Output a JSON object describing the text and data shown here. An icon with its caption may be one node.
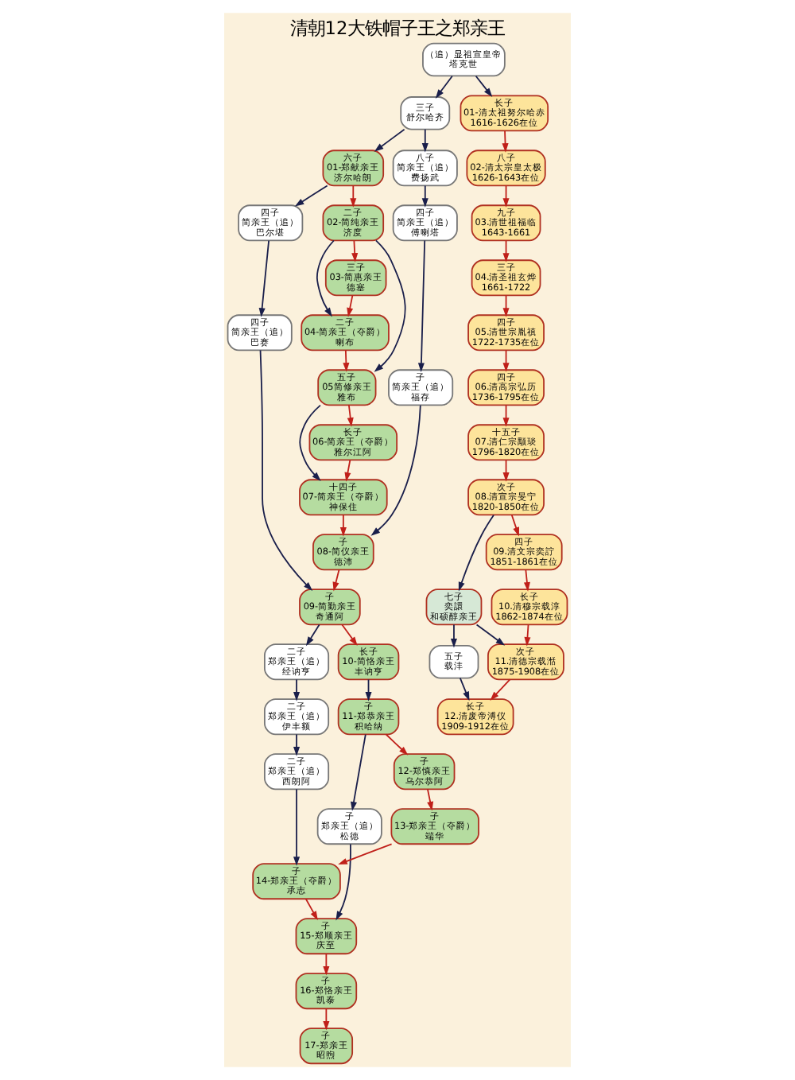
{
  "diagram": {
    "title": "清朝12大铁帽子王之郑亲王",
    "nodes": [
      {
        "text": [
          "（追）显祖宣皇帝",
          "塔克世"
        ]
      },
      {
        "text": [
          "三子",
          "舒尔哈齐"
        ]
      },
      {
        "text": [
          "长子",
          "01-清太祖努尔哈赤",
          "1616-1626在位"
        ]
      },
      {
        "text": [
          "六子",
          "01-郑献亲王",
          "济尔哈朗"
        ]
      },
      {
        "text": [
          "八子",
          "简亲王（追）",
          "费扬武"
        ]
      },
      {
        "text": [
          "八子",
          "02-清太宗皇太极",
          "1626-1643在位"
        ]
      },
      {
        "text": [
          "二子",
          "02-简纯亲王",
          "济度"
        ]
      },
      {
        "text": [
          "四子",
          "简亲王（追）",
          "巴尔堪"
        ]
      },
      {
        "text": [
          "四子",
          "简亲王（追）",
          "傅喇塔"
        ]
      },
      {
        "text": [
          "九子",
          "03.清世祖福临",
          "1643-1661"
        ]
      },
      {
        "text": [
          "三子",
          "03-简惠亲王",
          "德塞"
        ]
      },
      {
        "text": [
          "二子",
          "04-简亲王（夺爵）",
          "喇布"
        ]
      },
      {
        "text": [
          "五子",
          "05简修亲王",
          "雅布"
        ]
      },
      {
        "text": [
          "四子",
          "简亲王（追）",
          "巴赛"
        ]
      },
      {
        "text": [
          "子",
          "简亲王（追）",
          "福存"
        ]
      },
      {
        "text": [
          "三子",
          "04.清圣祖玄烨",
          "1661-1722"
        ]
      },
      {
        "text": [
          "长子",
          "06-简亲王（夺爵）",
          "雅尔江阿"
        ]
      },
      {
        "text": [
          "十四子",
          "07-简亲王（夺爵）",
          "神保住"
        ]
      },
      {
        "text": [
          "子",
          "09-简勤亲王",
          "奇通阿"
        ]
      },
      {
        "text": [
          "子",
          "08-简仪亲王",
          "德沛"
        ]
      },
      {
        "text": [
          "四子",
          "05.清世宗胤禛",
          "1722-1735在位"
        ]
      },
      {
        "text": [
          "长子",
          "10-简恪亲王",
          "丰讷亨"
        ]
      },
      {
        "text": [
          "二子",
          "郑亲王（追）",
          "经讷亨"
        ]
      },
      {
        "text": [
          "四子",
          "06.清高宗弘历",
          "1736-1795在位"
        ]
      },
      {
        "text": [
          "子",
          "11-郑恭亲王",
          "积哈纳"
        ]
      },
      {
        "text": [
          "二子",
          "郑亲王（追）",
          "伊丰额"
        ]
      },
      {
        "text": [
          "十五子",
          "07.清仁宗颙琰",
          "1796-1820在位"
        ]
      },
      {
        "text": [
          "子",
          "郑亲王（追）",
          "松德"
        ]
      },
      {
        "text": [
          "子",
          "12-郑慎亲王",
          "乌尔恭阿"
        ]
      },
      {
        "text": [
          "二子",
          "郑亲王（追）",
          "西朗阿"
        ]
      },
      {
        "text": [
          "次子",
          "08.清宣宗旻宁",
          "1820-1850在位"
        ]
      },
      {
        "text": [
          "子",
          "15-郑顺亲王",
          "庆至"
        ]
      },
      {
        "text": [
          "子",
          "13-郑亲王（夺爵）",
          "端华"
        ]
      },
      {
        "text": [
          "子",
          "14-郑亲王（夺爵）",
          "承志"
        ]
      },
      {
        "text": [
          "四子",
          "09.清文宗奕詝",
          "1851-1861在位"
        ]
      },
      {
        "text": [
          "七子",
          "奕譞",
          "和硕醇亲王"
        ]
      },
      {
        "text": [
          "子",
          "16-郑恪亲王",
          "凯泰"
        ]
      },
      {
        "text": [
          "长子",
          "10.清穆宗载淳",
          "1862-1874在位"
        ]
      },
      {
        "text": [
          "次子",
          "11.清德宗载湉",
          "1875-1908在位"
        ]
      },
      {
        "text": [
          "五子",
          "载沣"
        ]
      },
      {
        "text": [
          "子",
          "17-郑亲王",
          "昭煦"
        ]
      },
      {
        "text": [
          "长子",
          "12.清废帝溥仪",
          "1909-1912在位"
        ]
      }
    ],
    "edges": [
      {
        "from": 0,
        "to": 1,
        "arrow": "to",
        "color": "#1a1f4b"
      },
      {
        "from": 0,
        "to": 2,
        "arrow": "to",
        "color": "#1a1f4b"
      },
      {
        "from": 1,
        "to": 3,
        "arrow": "to",
        "color": "#1a1f4b"
      },
      {
        "from": 1,
        "to": 4,
        "arrow": "to",
        "color": "#1a1f4b"
      },
      {
        "from": 2,
        "to": 5,
        "arrow": "to"
      },
      {
        "from": 3,
        "to": 6,
        "arrow": "to"
      },
      {
        "from": 3,
        "to": 7,
        "arrow": "to",
        "color": "#1a1f4b"
      },
      {
        "from": 4,
        "to": 8,
        "arrow": "to",
        "color": "#1a1f4b"
      },
      {
        "from": 5,
        "to": 9,
        "arrow": "to"
      },
      {
        "from": 6,
        "to": 10,
        "arrow": "to"
      },
      {
        "from": 6,
        "to": 11,
        "arrow": "to",
        "color": "#1a1f4b"
      },
      {
        "from": 6,
        "to": 12,
        "arrow": "to",
        "color": "#1a1f4b"
      },
      {
        "from": 10,
        "to": 11,
        "arrow": "to"
      },
      {
        "from": 11,
        "to": 12,
        "arrow": "to"
      },
      {
        "from": 7,
        "to": 13,
        "arrow": "to",
        "color": "#1a1f4b"
      },
      {
        "from": 8,
        "to": 14,
        "arrow": "to",
        "color": "#1a1f4b"
      },
      {
        "from": 9,
        "to": 15,
        "arrow": "to"
      },
      {
        "from": 12,
        "to": 16,
        "arrow": "to"
      },
      {
        "from": 12,
        "to": 17,
        "arrow": "to",
        "color": "#1a1f4b"
      },
      {
        "from": 16,
        "to": 17,
        "arrow": "to"
      },
      {
        "from": 17,
        "to": 19,
        "arrow": "to"
      },
      {
        "from": 14,
        "to": 19,
        "arrow": "to",
        "color": "#1a1f4b"
      },
      {
        "from": 13,
        "to": 18,
        "arrow": "to",
        "color": "#1a1f4b"
      },
      {
        "from": 19,
        "to": 18,
        "arrow": "to"
      },
      {
        "from": 15,
        "to": 20,
        "arrow": "to"
      },
      {
        "from": 18,
        "to": 21,
        "arrow": "to"
      },
      {
        "from": 18,
        "to": 22,
        "arrow": "to",
        "color": "#1a1f4b"
      },
      {
        "from": 20,
        "to": 23,
        "arrow": "to"
      },
      {
        "from": 21,
        "to": 24,
        "arrow": "to",
        "color": "#1a1f4b"
      },
      {
        "from": 22,
        "to": 25,
        "arrow": "to",
        "color": "#1a1f4b"
      },
      {
        "from": 23,
        "to": 26,
        "arrow": "to"
      },
      {
        "from": 24,
        "to": 27,
        "arrow": "to",
        "color": "#1a1f4b"
      },
      {
        "from": 24,
        "to": 28,
        "arrow": "to"
      },
      {
        "from": 25,
        "to": 29,
        "arrow": "to",
        "color": "#1a1f4b"
      },
      {
        "from": 26,
        "to": 30,
        "arrow": "to"
      },
      {
        "from": 27,
        "to": 31,
        "arrow": "to",
        "color": "#1a1f4b"
      },
      {
        "from": 28,
        "to": 32,
        "arrow": "to"
      },
      {
        "from": 29,
        "to": 33,
        "arrow": "to",
        "color": "#1a1f4b"
      },
      {
        "from": 32,
        "to": 33,
        "arrow": "to"
      },
      {
        "from": 33,
        "to": 31,
        "arrow": "to"
      },
      {
        "from": 30,
        "to": 34,
        "arrow": "to"
      },
      {
        "from": 30,
        "to": 35,
        "arrow": "to",
        "color": "#1a1f4b"
      },
      {
        "from": 31,
        "to": 36,
        "arrow": "to"
      },
      {
        "from": 34,
        "to": 37,
        "arrow": "to"
      },
      {
        "from": 37,
        "to": 38,
        "arrow": "to"
      },
      {
        "from": 35,
        "to": 38,
        "arrow": "to",
        "color": "#1a1f4b"
      },
      {
        "from": 35,
        "to": 39,
        "arrow": "to",
        "color": "#1a1f4b"
      },
      {
        "from": 36,
        "to": 40,
        "arrow": "to"
      },
      {
        "from": 38,
        "to": 41,
        "arrow": "to"
      },
      {
        "from": 39,
        "to": 41,
        "arrow": "to",
        "color": "#1a1f4b"
      }
    ]
  }
}
